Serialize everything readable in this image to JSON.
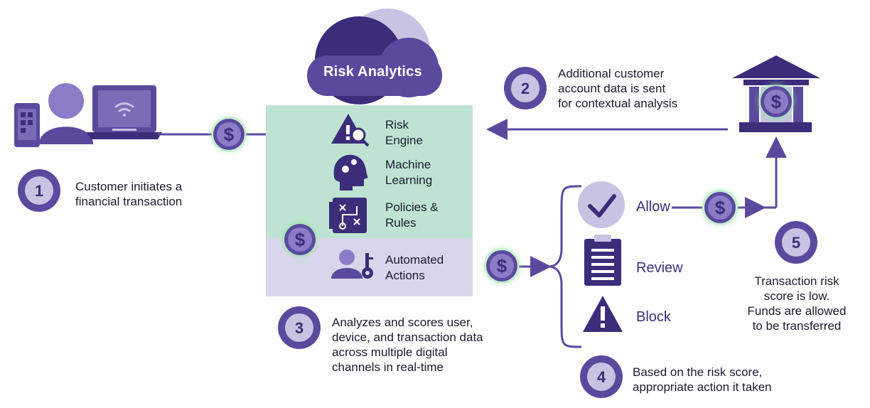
{
  "cloud": {
    "title": "Risk Analytics"
  },
  "engine_items": [
    {
      "label": "Risk\nEngine",
      "icon": "risk-warning-icon"
    },
    {
      "label": "Machine\nLearning",
      "icon": "machine-learning-head-icon"
    },
    {
      "label": "Policies &\nRules",
      "icon": "policy-flow-icon"
    },
    {
      "label": "Automated\nActions",
      "icon": "user-key-icon"
    }
  ],
  "steps": [
    {
      "num": "1",
      "text": "Customer initiates a\nfinancial transaction"
    },
    {
      "num": "2",
      "text": "Additional customer\naccount data is sent\nfor contextual analysis"
    },
    {
      "num": "3",
      "text": "Analyzes and scores user,\ndevice, and transaction data\nacross multiple digital\nchannels in real-time"
    },
    {
      "num": "4",
      "text": "Based on the risk score,\nappropriate action it taken"
    },
    {
      "num": "5",
      "text": "Transaction risk\nscore is low.\nFunds are allowed\nto be transferred"
    }
  ],
  "actions": [
    {
      "label": "Allow",
      "icon": "checkmark-icon"
    },
    {
      "label": "Review",
      "icon": "clipboard-icon"
    },
    {
      "label": "Block",
      "icon": "warning-triangle-icon"
    }
  ],
  "currency_symbol": "$",
  "colors": {
    "primary": "#5a4a9e",
    "dark": "#3b2d7a",
    "engine_bg": "#bfe3d3",
    "actions_bg": "#d9d6ec",
    "light_purple": "#c9c3e3",
    "glow": "#9be3a8"
  }
}
